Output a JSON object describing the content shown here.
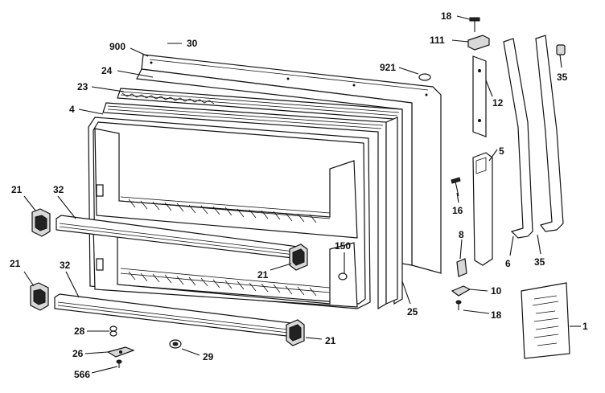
{
  "diagram": {
    "callouts": {
      "p1": "1",
      "p4": "4",
      "p5": "5",
      "p6": "6",
      "p8": "8",
      "p10": "10",
      "p12": "12",
      "p16": "16",
      "p18a": "18",
      "p18b": "18",
      "p21a": "21",
      "p21b": "21",
      "p21c": "21",
      "p21d": "21",
      "p23": "23",
      "p24": "24",
      "p25": "25",
      "p26": "26",
      "p28": "28",
      "p29": "29",
      "p30": "30",
      "p32a": "32",
      "p32b": "32",
      "p35a": "35",
      "p35b": "35",
      "p111": "111",
      "p150": "150",
      "p566": "566",
      "p900": "900",
      "p921": "921"
    }
  }
}
